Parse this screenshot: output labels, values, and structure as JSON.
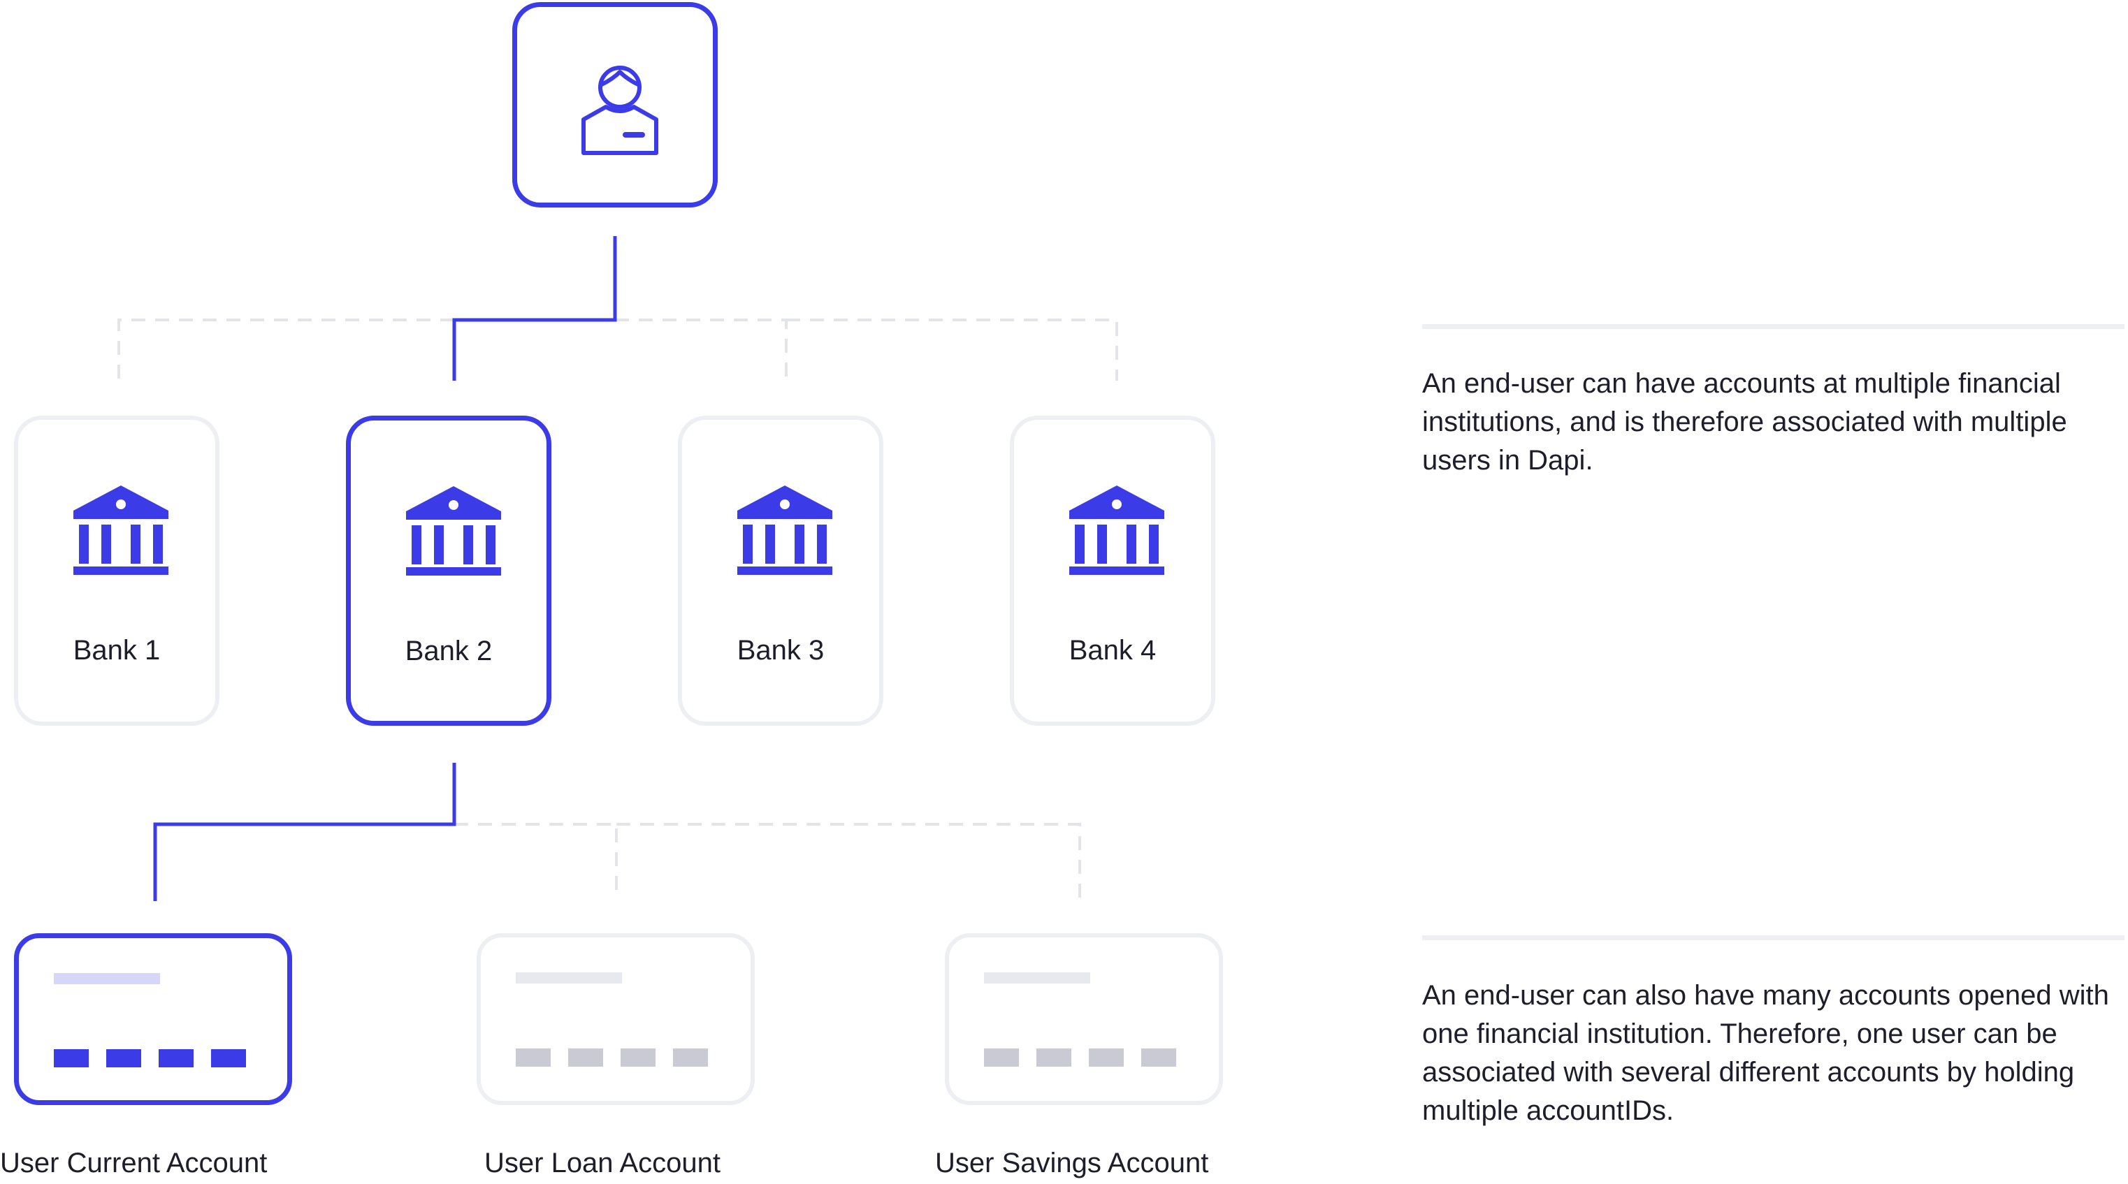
{
  "colors": {
    "accent": "#3b3ce8",
    "muted_border": "#eeeff3",
    "muted_block": "#c9cad3",
    "accent_light": "#d6d7f8",
    "light_bar": "#e8e9ee",
    "dashed": "#e3e4ea"
  },
  "user": {
    "icon": "user-icon",
    "selected": true
  },
  "banks": [
    {
      "label": "Bank 1",
      "icon": "bank-icon",
      "selected": false
    },
    {
      "label": "Bank 2",
      "icon": "bank-icon",
      "selected": true
    },
    {
      "label": "Bank 3",
      "icon": "bank-icon",
      "selected": false
    },
    {
      "label": "Bank 4",
      "icon": "bank-icon",
      "selected": false
    }
  ],
  "accounts": [
    {
      "label": "User Current Account",
      "icon": "account-card-icon",
      "selected": true
    },
    {
      "label": "User Loan Account",
      "icon": "account-card-icon",
      "selected": false
    },
    {
      "label": "User Savings Account",
      "icon": "account-card-icon",
      "selected": false
    }
  ],
  "descriptions": [
    "An end-user can have accounts at multiple financial institutions, and is therefore associated with multiple users in Dapi.",
    "An end-user can also have many accounts opened with one financial institution. Therefore, one user can be associated with several different accounts by holding multiple accountIDs."
  ]
}
